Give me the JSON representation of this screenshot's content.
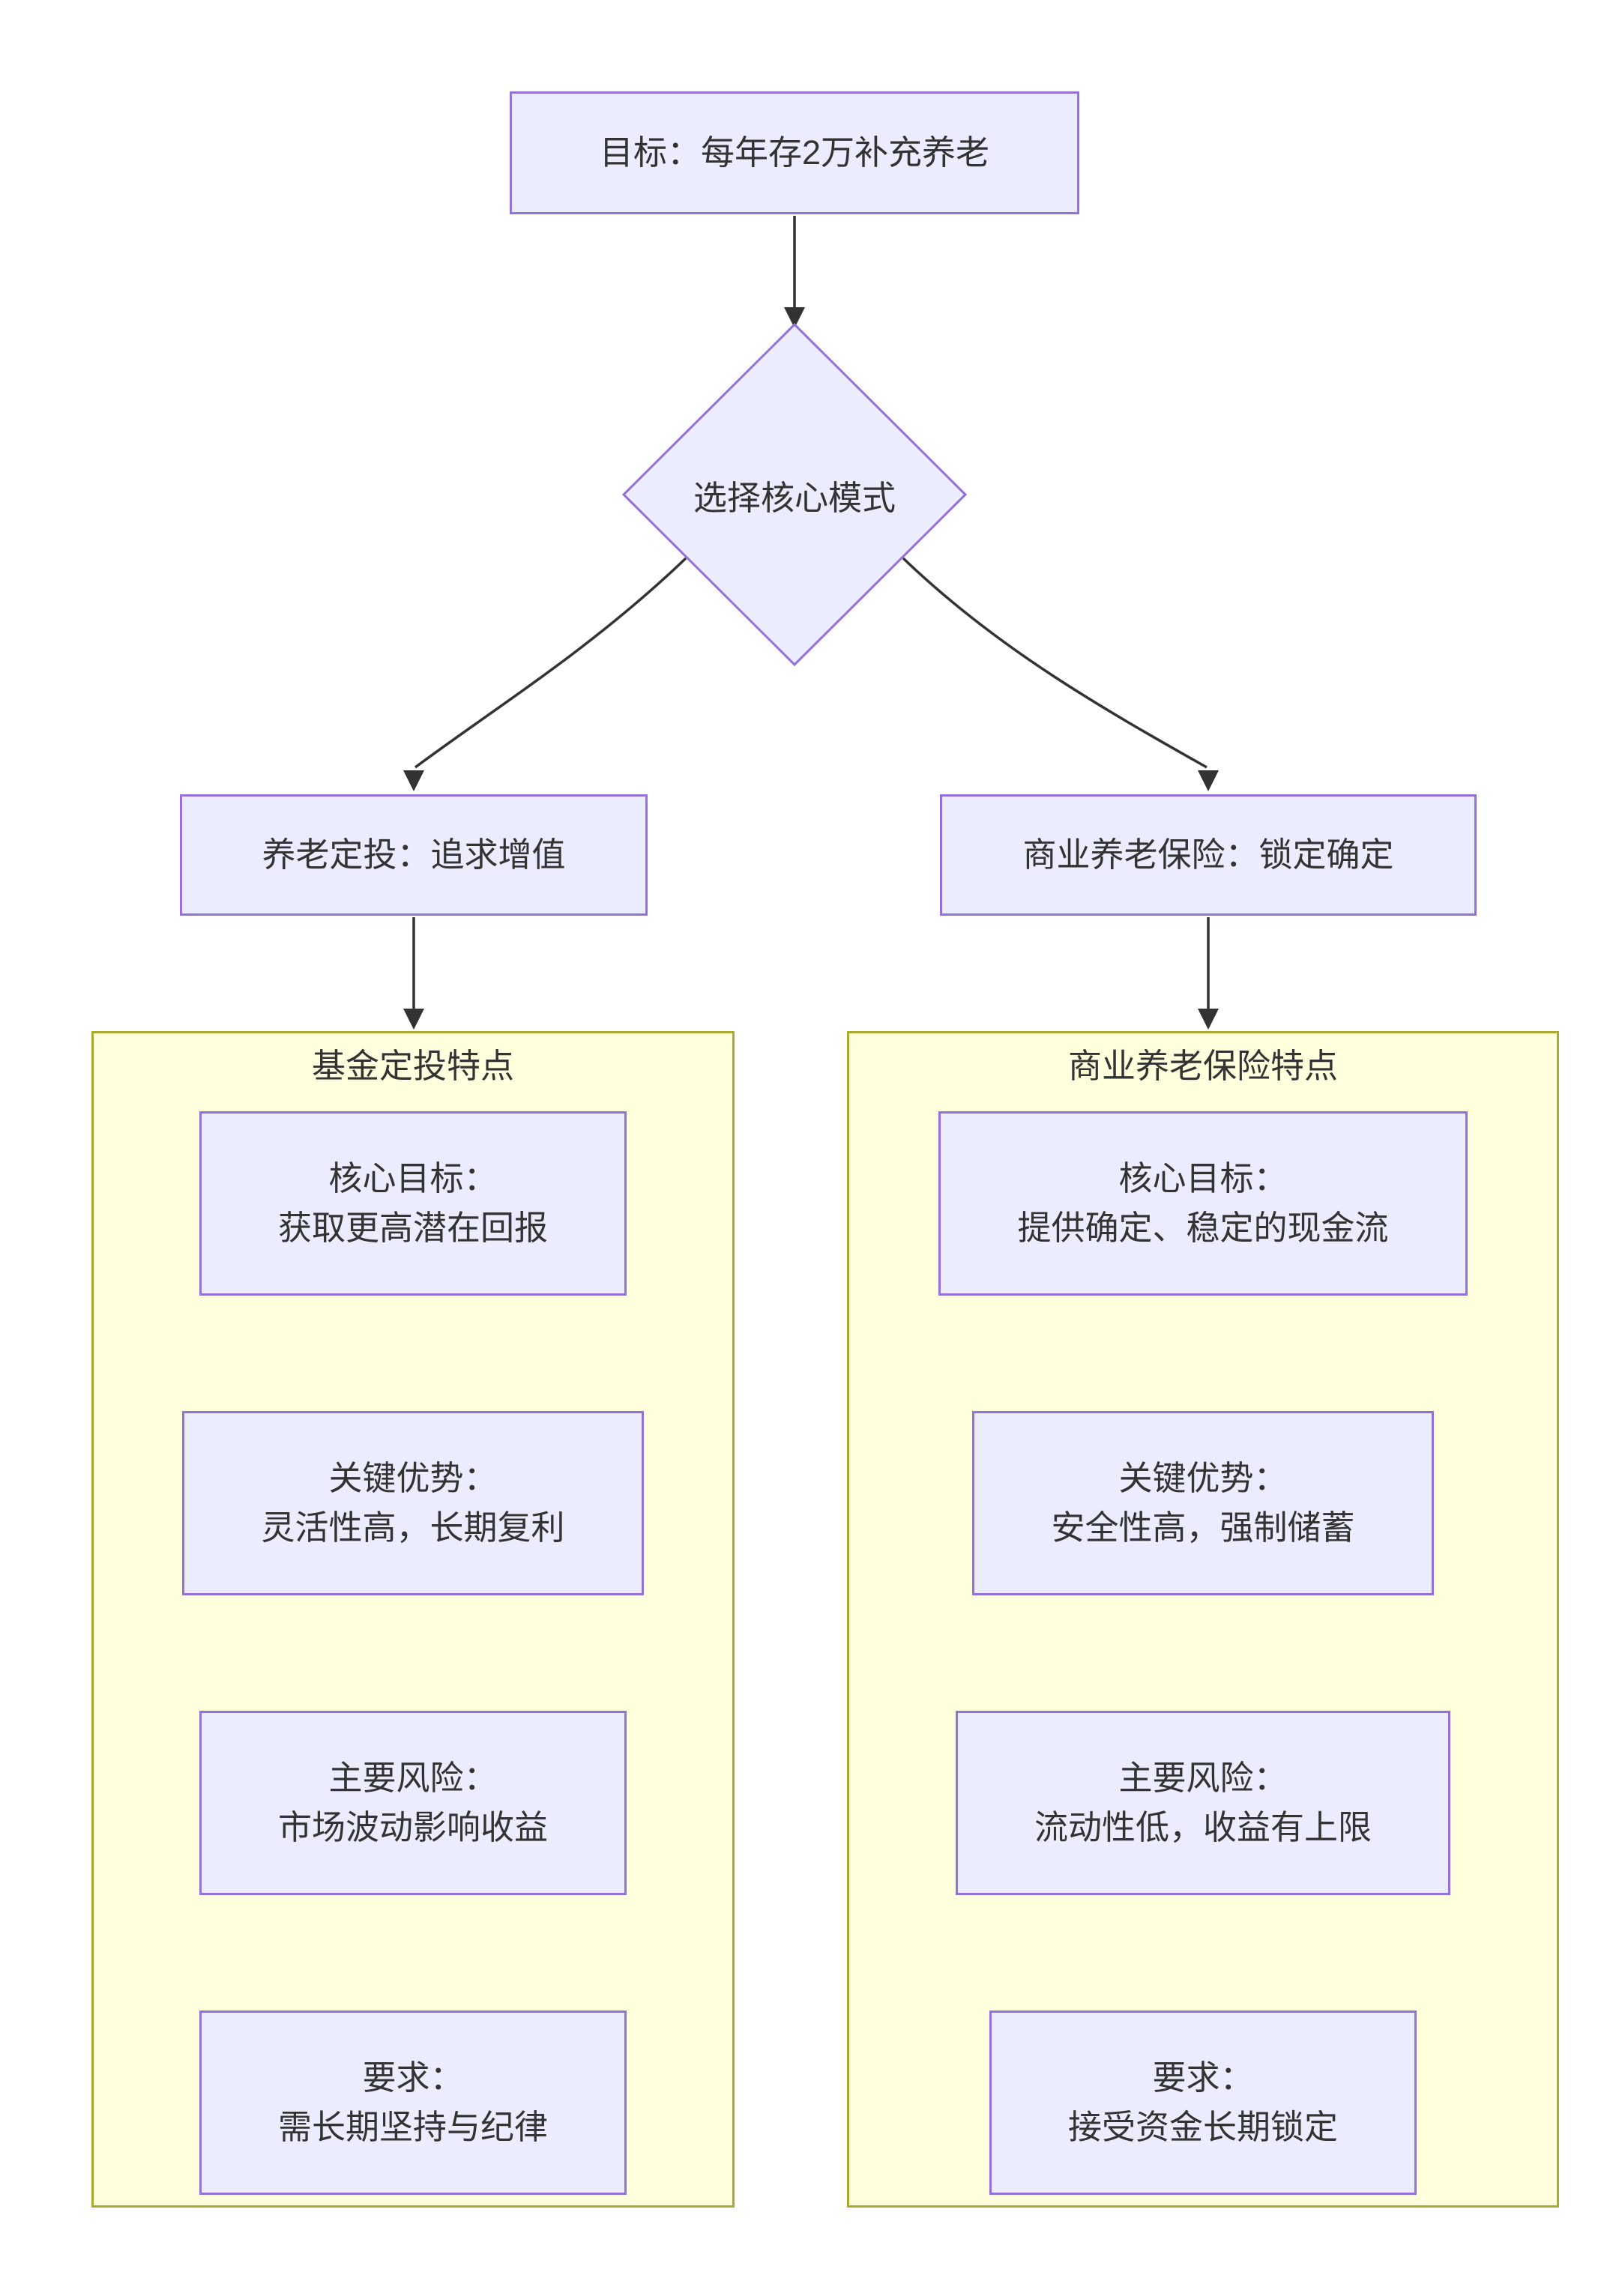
{
  "diagram": {
    "colors": {
      "node_fill": "#ECECFF",
      "node_border": "#9370DB",
      "container_fill": "#FFFFDE",
      "container_border": "#AAAA33",
      "edge": "#333333",
      "text": "#333333",
      "background": "#FFFFFF"
    },
    "nodes": {
      "goal": {
        "label": "目标：每年存2万补充养老"
      },
      "decision": {
        "label": "选择核心模式"
      },
      "branch_left": {
        "label": "养老定投：追求增值"
      },
      "branch_right": {
        "label": "商业养老保险：锁定确定"
      }
    },
    "edges": [
      {
        "from": "goal",
        "to": "decision"
      },
      {
        "from": "decision",
        "to": "branch_left"
      },
      {
        "from": "decision",
        "to": "branch_right"
      },
      {
        "from": "branch_left",
        "to": "container_left"
      },
      {
        "from": "branch_right",
        "to": "container_right"
      }
    ],
    "containers": {
      "left": {
        "title": "基金定投特点",
        "boxes": [
          {
            "line1": "核心目标：",
            "line2": "获取更高潜在回报"
          },
          {
            "line1": "关键优势：",
            "line2": "灵活性高，长期复利"
          },
          {
            "line1": "主要风险：",
            "line2": "市场波动影响收益"
          },
          {
            "line1": "要求：",
            "line2": "需长期坚持与纪律"
          }
        ]
      },
      "right": {
        "title": "商业养老保险特点",
        "boxes": [
          {
            "line1": "核心目标：",
            "line2": "提供确定、稳定的现金流"
          },
          {
            "line1": "关键优势：",
            "line2": "安全性高，强制储蓄"
          },
          {
            "line1": "主要风险：",
            "line2": "流动性低，收益有上限"
          },
          {
            "line1": "要求：",
            "line2": "接受资金长期锁定"
          }
        ]
      }
    }
  }
}
